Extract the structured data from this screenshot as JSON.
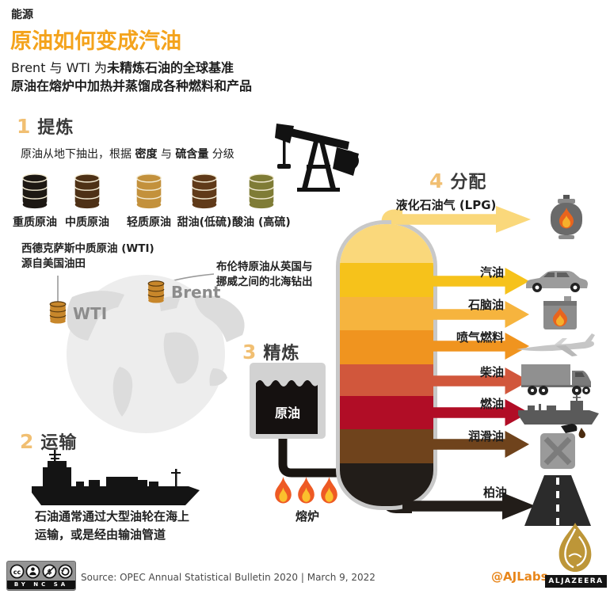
{
  "colors": {
    "accent_title": "#F4A31C",
    "section_number": "#F1BF72",
    "benchmark_barrel": "#C8872B",
    "column_outline": "#C8C8C8",
    "pipe_black": "#1A1511"
  },
  "header": {
    "kicker": "能源",
    "title": "原油如何变成汽油",
    "subtitle1_normal": "Brent 与 WTI 为",
    "subtitle1_bold": "未精炼石油的全球基准",
    "subtitle2": "原油在熔炉中加热并蒸馏成各种燃料和产品"
  },
  "sections": {
    "extract": {
      "num": "1",
      "title": "提炼",
      "desc_pre": "原油从地下抽出，根据 ",
      "desc_bold1": "密度",
      "desc_mid": " 与 ",
      "desc_bold2": "硫含量",
      "desc_post": " 分级"
    },
    "transport": {
      "num": "2",
      "title": "运输",
      "desc_line1": "石油通常通过大型油轮在海上",
      "desc_line2": "运输，或是经由输油管道"
    },
    "refine": {
      "num": "3",
      "title": "精炼",
      "tank_label": "原油",
      "furnace_label": "熔炉"
    },
    "distribute": {
      "num": "4",
      "title": "分配"
    }
  },
  "crude_grades": [
    {
      "label": "重质原油",
      "color": "#1D1813"
    },
    {
      "label": "中质原油",
      "color": "#4E3116"
    },
    {
      "label": "轻质原油",
      "color": "#C3913C"
    },
    {
      "label": "甜油(低硫)",
      "color": "#603A19"
    },
    {
      "label": "酸油 (高硫)",
      "color": "#7F7C36"
    }
  ],
  "benchmarks": {
    "wti_label": "WTI",
    "wti_desc_line1": "西德克萨斯中质原油 (WTI)",
    "wti_desc_line2": "源自美国油田",
    "brent_label": "Brent",
    "brent_desc_line1": "布伦特原油从英国与",
    "brent_desc_line2": "挪威之间的北海钻出"
  },
  "products": [
    {
      "label": "液化石油气 (LPG)",
      "color": "#FAD87B",
      "icon": "lpg-cylinder-icon"
    },
    {
      "label": "汽油",
      "color": "#F6C21B",
      "icon": "car-icon"
    },
    {
      "label": "石脑油",
      "color": "#F6B43E",
      "icon": "naphtha-can-icon"
    },
    {
      "label": "喷气燃料",
      "color": "#F0941F",
      "icon": "airplane-icon"
    },
    {
      "label": "柴油",
      "color": "#D1573C",
      "icon": "truck-icon"
    },
    {
      "label": "燃油",
      "color": "#B10D26",
      "icon": "tanker-ship-icon"
    },
    {
      "label": "润滑油",
      "color": "#6F431C",
      "icon": "jerry-can-icon"
    },
    {
      "label": "柏油",
      "color": "#221D19",
      "icon": "road-icon"
    }
  ],
  "footer": {
    "license_band": "BY NC SA",
    "source": "Source: OPEC Annual Statistical Bulletin 2020 | March 9, 2022",
    "handle": "@AJLabs",
    "brand": "ALJAZEERA"
  }
}
